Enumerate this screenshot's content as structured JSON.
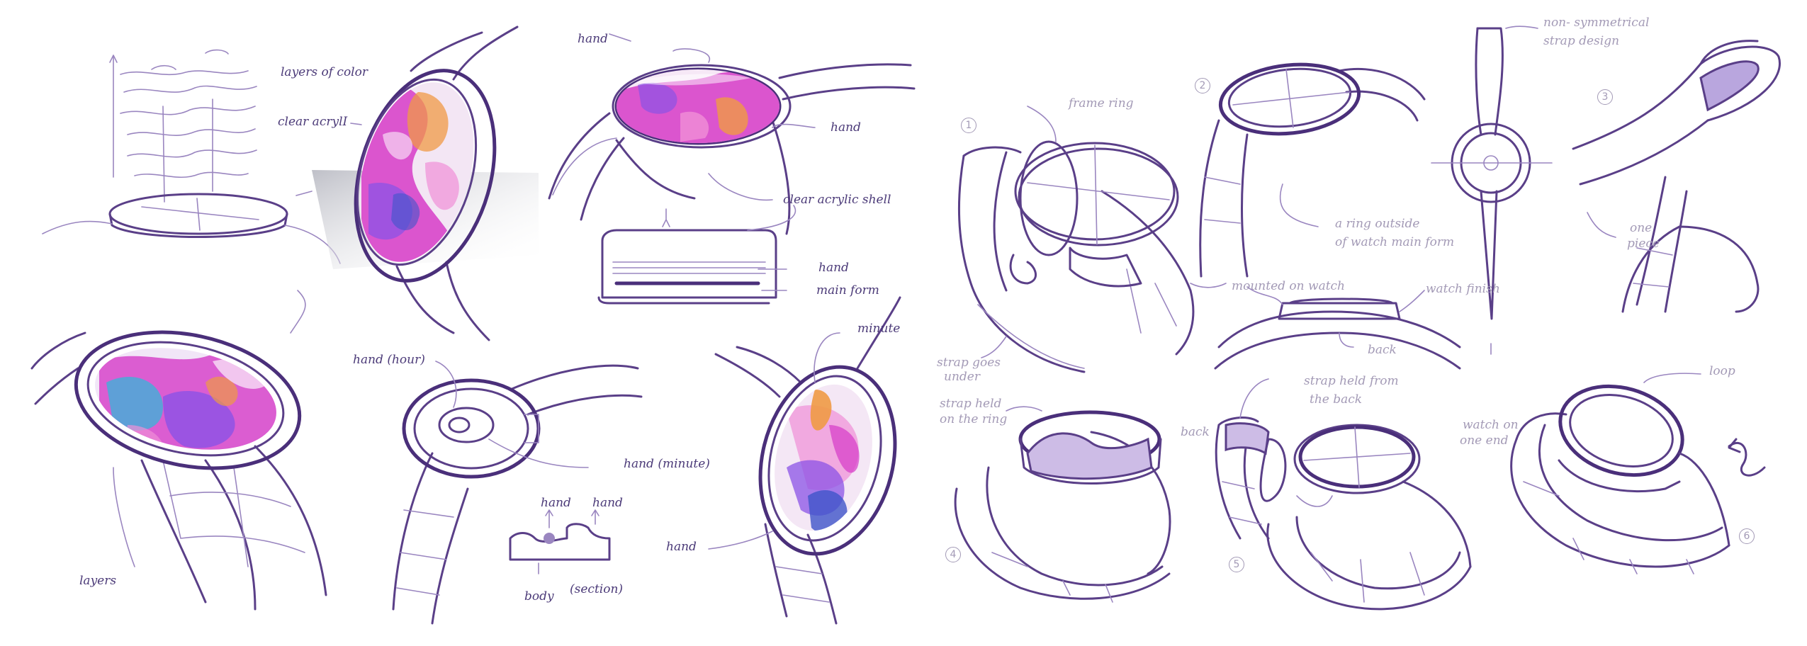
{
  "colors": {
    "ink": "#5a3f88",
    "ink_light": "#9a86c0",
    "annotation": "#4b3a78",
    "annotation_soft": "#a39ab6",
    "accent_magenta": "#d63bc7",
    "accent_violet": "#8b53e6",
    "accent_orange": "#f09a45",
    "accent_teal": "#3fb2d8",
    "accent_blue": "#3f55c9",
    "accent_pink": "#f08fd7"
  },
  "labels_left": {
    "layers_of_color": "layers of color",
    "clear_acrylic": "clear acrylI",
    "hand_top": "hand",
    "hand_right": "hand",
    "clear_acrylic_shell": "clear acrylic shell",
    "hand_section": "hand",
    "main_form": "main form",
    "layers": "layers",
    "hand_hour": "hand (hour)",
    "hand_minute": "hand (minute)",
    "section_hand_a": "hand",
    "section_hand_b": "hand",
    "section_body": "body",
    "section": "(section)",
    "minute": "minute",
    "hand_bottom": "hand"
  },
  "labels_right": {
    "frame_ring": "frame ring",
    "ring_outside_line1": "a ring outside",
    "ring_outside_line2": "of watch main form",
    "non_symmetrical_line1": "non- symmetrical",
    "non_symmetrical_line2": "strap design",
    "one_piece_line1": "one",
    "one_piece_line2": "piece",
    "mounted_on_watch": "mounted on watch",
    "watch_finish": "watch finish",
    "back": "back",
    "strap_goes_under_line1": "strap goes",
    "strap_goes_under_line2": "under",
    "strap_held_ring_line1": "strap held",
    "strap_held_ring_line2": "on the ring",
    "strap_held_back_line1": "strap held from",
    "strap_held_back_line2": "the back",
    "back_small": "back",
    "watch_one_end_line1": "watch on",
    "watch_one_end_line2": "one end",
    "loop": "loop"
  },
  "concept_numbers": {
    "n1": "1",
    "n2": "2",
    "n3": "3",
    "n4": "4",
    "n5": "5",
    "n6": "6"
  }
}
